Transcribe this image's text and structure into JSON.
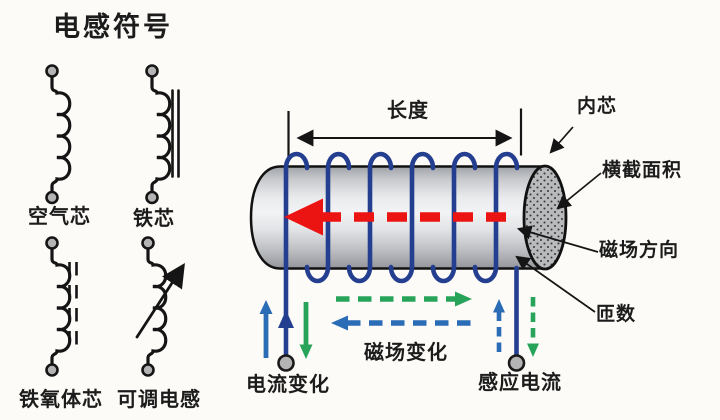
{
  "title": "电感符号",
  "symbols": {
    "air_core": "空气芯",
    "iron_core": "铁芯",
    "ferrite_core": "铁氧体芯",
    "adjustable": "可调电感"
  },
  "diagram": {
    "length": "长度",
    "inner_core": "内芯",
    "cross_section": "横截面积",
    "field_direction": "磁场方向",
    "turns": "匝数",
    "current_change": "电流变化",
    "field_change": "磁场变化",
    "induced_current": "感应电流"
  },
  "colors": {
    "background": "#fcfbf7",
    "text": "#1c1c1c",
    "coil_blue": "#243f8f",
    "arrow_red": "#ec1412",
    "arrow_green": "#28a45a",
    "arrow_blue": "#2a6cb5",
    "terminal_gray": "#b4b4b4",
    "cylinder_light": "#f2f3f4",
    "cylinder_dark": "#94969b"
  }
}
